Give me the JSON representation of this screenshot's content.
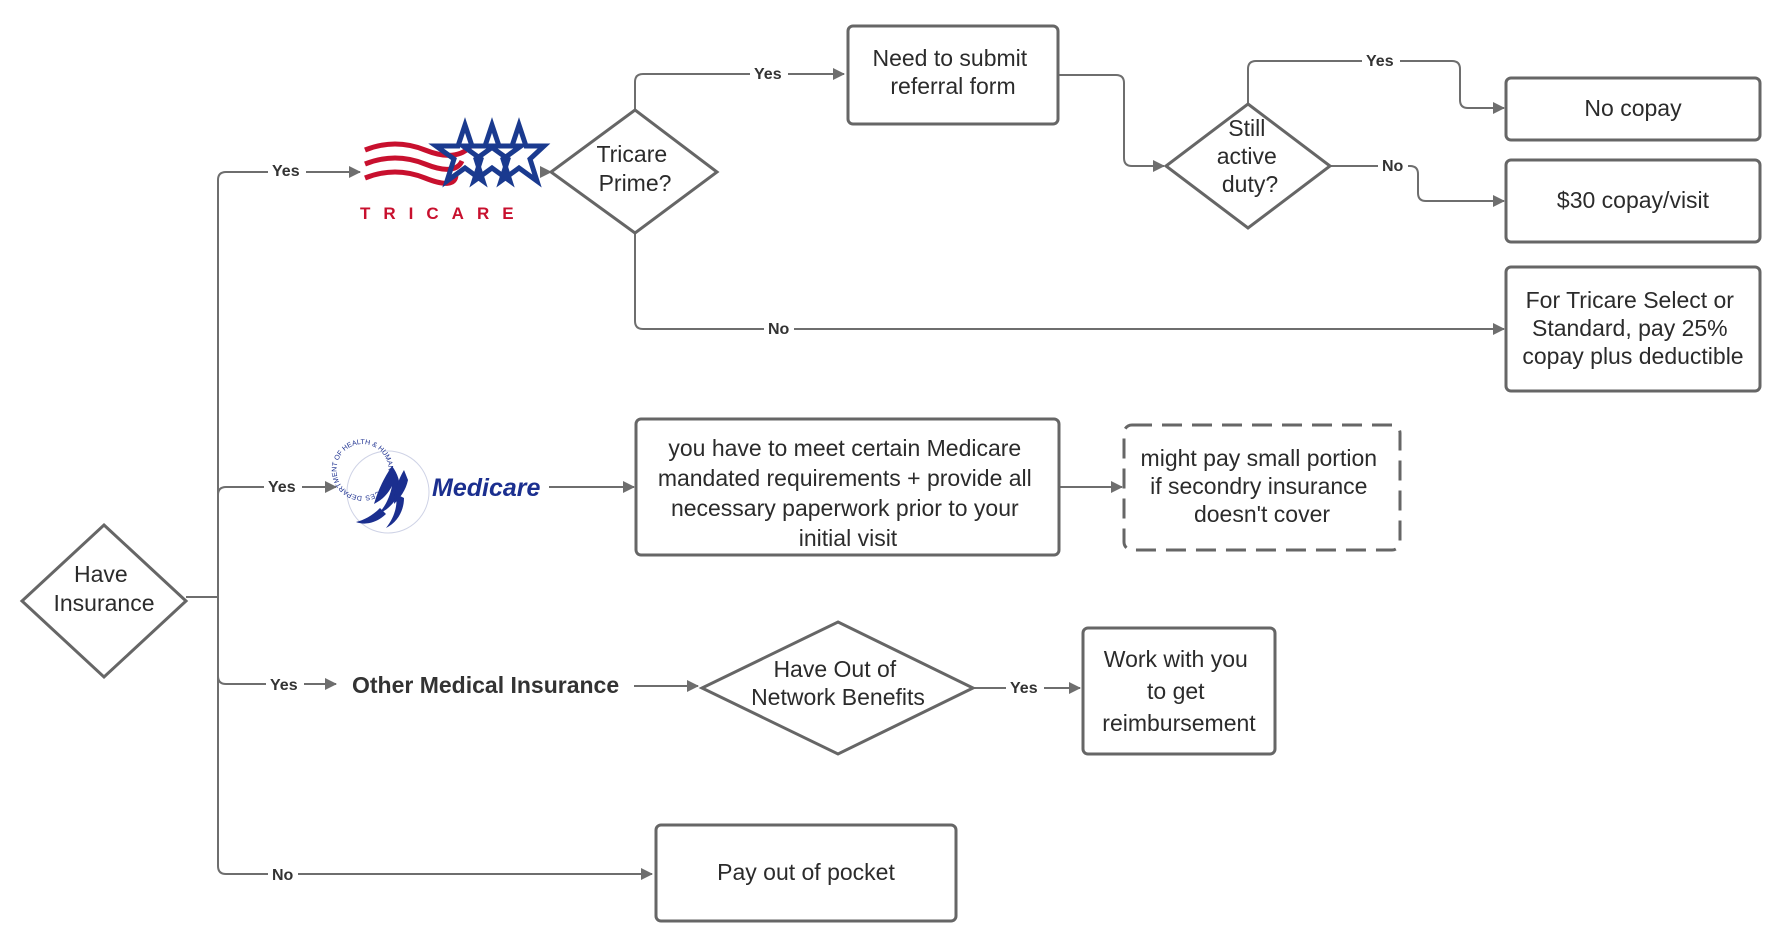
{
  "colors": {
    "stroke": "#666666",
    "edge": "#6e6e6e",
    "text": "#2b2b2b",
    "tricare_red": "#c8102e",
    "tricare_blue": "#1a3a8f",
    "medicare_blue": "#1b2f8f"
  },
  "nodes": {
    "have_insurance": [
      "Have",
      "Insurance"
    ],
    "tricare_prime": [
      "Tricare",
      "Prime?"
    ],
    "referral": [
      "Need to submit",
      "referral form"
    ],
    "active_duty": [
      "Still",
      "active",
      "duty?"
    ],
    "no_copay": [
      "No copay"
    ],
    "copay_30": [
      "$30 copay/visit"
    ],
    "tricare_select": [
      "For Tricare Select or",
      "Standard, pay 25%",
      "copay plus deductible"
    ],
    "medicare_req": [
      "you have to meet certain Medicare",
      "mandated requirements + provide all",
      "necessary paperwork prior to your",
      "initial visit"
    ],
    "secondary": [
      "might pay small portion",
      "if secondry insurance",
      "doesn't cover"
    ],
    "other_insurance": "Other Medical Insurance",
    "out_of_network": [
      "Have Out of",
      "Network Benefits"
    ],
    "reimbursement": [
      "Work with you",
      "to get",
      "reimbursement"
    ],
    "pay_pocket": [
      "Pay out of pocket"
    ]
  },
  "edge_labels": {
    "to_tricare": "Yes",
    "to_medicare": "Yes",
    "to_other": "Yes",
    "to_pocket": "No",
    "prime_yes": "Yes",
    "prime_no": "No",
    "duty_yes": "Yes",
    "duty_no": "No",
    "network_yes": "Yes"
  },
  "logos": {
    "tricare_word": "TRICARE",
    "medicare_word": "Medicare",
    "hhs_seal_text": "DEPARTMENT OF HEALTH & HUMAN SERVICES · USA"
  }
}
